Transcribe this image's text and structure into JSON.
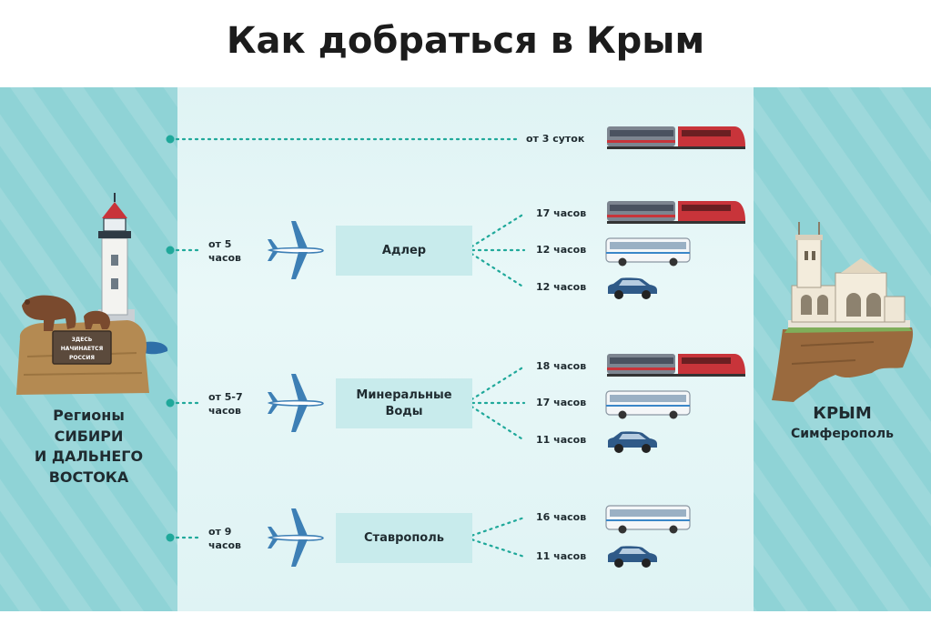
{
  "title": "Как добраться в Крым",
  "origin": {
    "lines": [
      "Регионы",
      "СИБИРИ",
      "И ДАЛЬНЕГО",
      "ВОСТОКА"
    ],
    "sign_text": [
      "ЗДЕСЬ",
      "НАЧИНАЕТСЯ",
      "РОССИЯ"
    ]
  },
  "destination": {
    "name": "КРЫМ",
    "city": "Симферополь"
  },
  "direct_route": {
    "mode": "train",
    "duration": "от 3 суток"
  },
  "routes": [
    {
      "flight_duration": [
        "от 5",
        "часов"
      ],
      "hub": [
        "Адлер"
      ],
      "legs": [
        {
          "mode": "train",
          "duration": "17 часов"
        },
        {
          "mode": "bus",
          "duration": "12 часов"
        },
        {
          "mode": "car",
          "duration": "12 часов"
        }
      ]
    },
    {
      "flight_duration": [
        "от 5-7",
        "часов"
      ],
      "hub": [
        "Минеральные",
        "Воды"
      ],
      "legs": [
        {
          "mode": "train",
          "duration": "18 часов"
        },
        {
          "mode": "bus",
          "duration": "17 часов"
        },
        {
          "mode": "car",
          "duration": "11 часов"
        }
      ]
    },
    {
      "flight_duration": [
        "от 9",
        "часов"
      ],
      "hub": [
        "Ставрополь"
      ],
      "legs": [
        {
          "mode": "bus",
          "duration": "16 часов"
        },
        {
          "mode": "car",
          "duration": "11 часов"
        }
      ]
    }
  ],
  "colors": {
    "side_band": "#8fd3d6",
    "middle_band": "#e3f5f5",
    "hub_box": "#c8ebec",
    "accent_teal": "#1fa89a",
    "plane": "#3d7fb5",
    "train_red": "#c8343a",
    "car_blue": "#2f5a88"
  },
  "icons": [
    "lighthouse-icon",
    "bear-icon",
    "castle-icon",
    "plane-icon",
    "train-icon",
    "bus-icon",
    "car-icon"
  ]
}
